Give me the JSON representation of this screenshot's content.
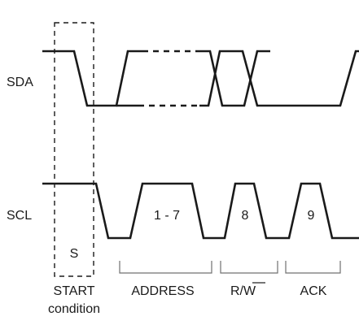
{
  "signals": {
    "sda": "SDA",
    "scl": "SCL"
  },
  "pulses": {
    "start": "S",
    "address": "1 - 7",
    "rw": "8",
    "ack": "9"
  },
  "phases": {
    "start_line1": "START",
    "start_line2": "condition",
    "address": "ADDRESS",
    "rw_prefix": "R/",
    "rw_overbar": "W",
    "ack": "ACK"
  }
}
